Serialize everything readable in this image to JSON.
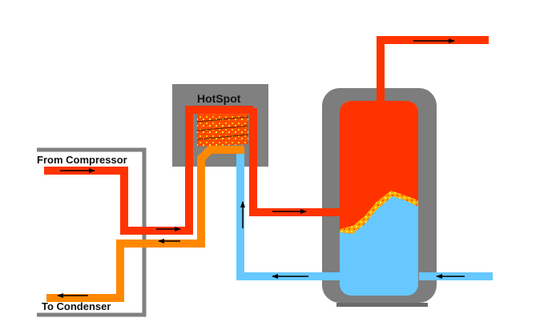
{
  "title": "HotSpot heat recovery water heating diagram",
  "labels": {
    "hotspot": "HotSpot",
    "from_compressor": "From Compressor",
    "to_condenser": "To Condenser"
  },
  "colors": {
    "hot_refrigerant": "#ff3300",
    "cooled_refrigerant": "#ff8000",
    "cold_water": "#66ccff",
    "tank_shell": "#7a7a7a",
    "hot_water": "#ff3300",
    "arrow": "#000000"
  },
  "flows": [
    {
      "name": "refrigerant-in",
      "direction": "right",
      "label_ref": "from_compressor"
    },
    {
      "name": "refrigerant-out",
      "direction": "left",
      "label_ref": "to_condenser"
    },
    {
      "name": "heated-water-to-tank",
      "direction": "right"
    },
    {
      "name": "cold-water-from-tank",
      "direction": "left"
    },
    {
      "name": "cold-water-up-to-hotspot",
      "direction": "up"
    },
    {
      "name": "cold-water-inlet",
      "direction": "left"
    },
    {
      "name": "hot-water-outlet",
      "direction": "right"
    }
  ]
}
